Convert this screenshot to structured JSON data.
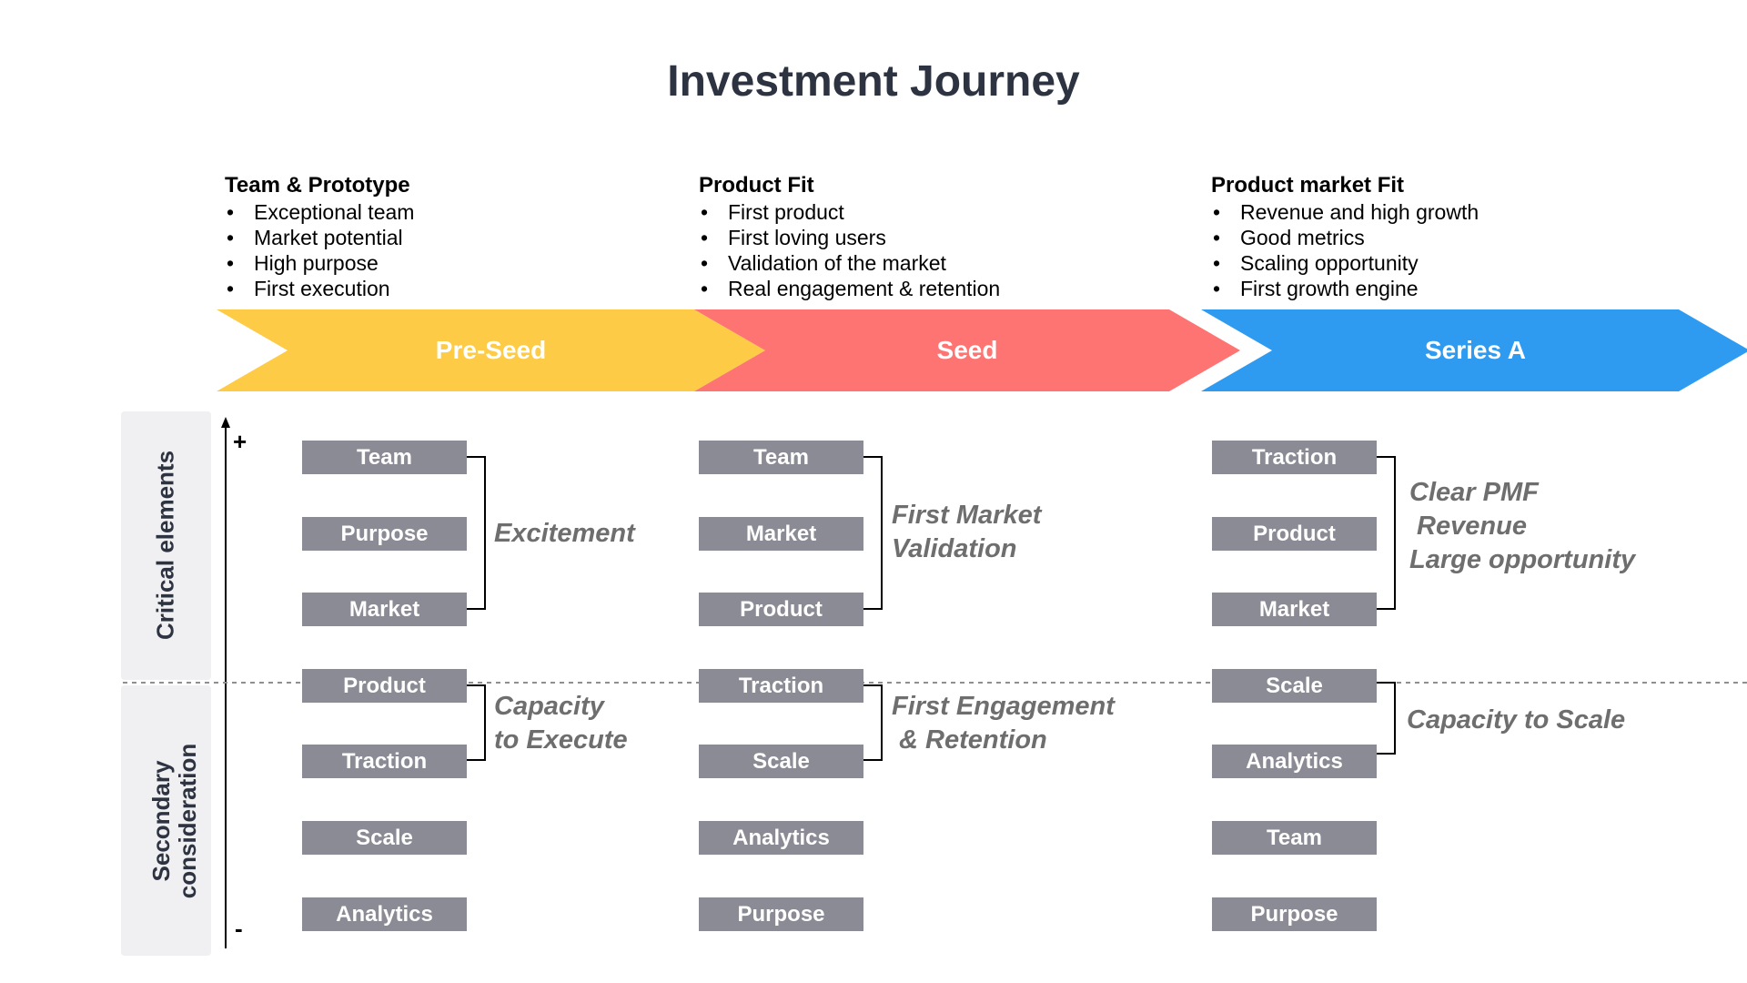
{
  "title": "Investment Journey",
  "stages": [
    {
      "name": "Pre-Seed",
      "heading": "Team & Prototype",
      "bullets": [
        "Exceptional team",
        "Market potential",
        "High purpose",
        "First execution"
      ],
      "color": "#fdcb45",
      "boxes": [
        "Team",
        "Purpose",
        "Market",
        "Product",
        "Traction",
        "Scale",
        "Analytics"
      ],
      "critical_label": "Excitement",
      "secondary_label": "Capacity\nto Execute"
    },
    {
      "name": "Seed",
      "heading": "Product Fit",
      "bullets": [
        "First product",
        "First loving users",
        "Validation of the market",
        "Real engagement & retention"
      ],
      "color": "#fd7472",
      "boxes": [
        "Team",
        "Market",
        "Product",
        "Traction",
        "Scale",
        "Analytics",
        "Purpose"
      ],
      "critical_label": "First Market\nValidation",
      "secondary_label": "First Engagement\n & Retention"
    },
    {
      "name": "Series A",
      "heading": "Product market Fit",
      "bullets": [
        "Revenue and high growth",
        "Good metrics",
        "Scaling opportunity",
        "First growth engine"
      ],
      "color": "#2f9bf0",
      "boxes": [
        "Traction",
        "Product",
        "Market",
        "Scale",
        "Analytics",
        "Team",
        "Purpose"
      ],
      "critical_label": "Clear PMF\n Revenue\nLarge opportunity",
      "secondary_label": "Capacity to Scale"
    }
  ],
  "sidebar": {
    "critical": "Critical elements",
    "secondary_line1": "Secondary",
    "secondary_line2": "consideration"
  },
  "axis": {
    "plus": "+",
    "minus": "-"
  },
  "colors": {
    "box": "#8a8b94",
    "group_label": "#6e6e6e",
    "title": "#2d3340"
  }
}
